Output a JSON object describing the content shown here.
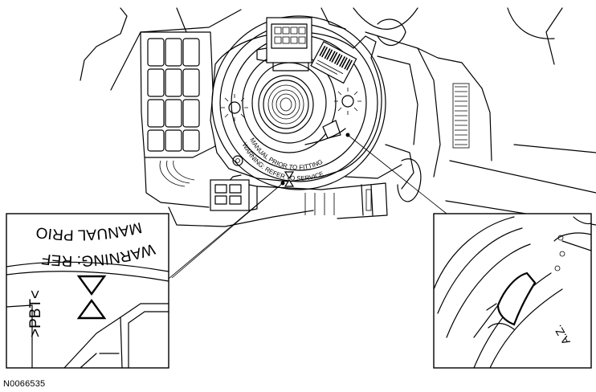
{
  "figure": {
    "id": "N0066535"
  },
  "main_labels": {
    "warning_line1": "WARNING: REFER TO SERVICE",
    "warning_line2": "MANUAL PRIOR TO FITTING"
  },
  "detail_left": {
    "warning_text": "WARNING: REF",
    "manual_text": "MANUAL PRIO",
    "part_mark": ">PBT<"
  },
  "detail_right": {
    "mark": "A.Z."
  }
}
